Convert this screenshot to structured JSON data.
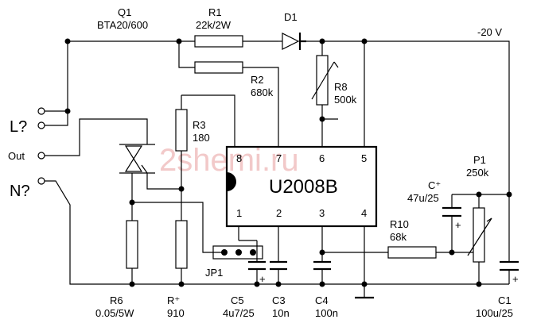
{
  "watermark": "2shemi.ru",
  "components": {
    "q1": {
      "ref": "Q1",
      "value": "BTA20/600"
    },
    "r1": {
      "ref": "R1",
      "value": "22k/2W"
    },
    "d1": {
      "ref": "D1"
    },
    "r2": {
      "ref": "R2",
      "value": "680k"
    },
    "r8": {
      "ref": "R8",
      "value": "500k"
    },
    "r3": {
      "ref": "R3",
      "value": "180"
    },
    "ic": {
      "name": "U2008B",
      "pins": [
        "8",
        "7",
        "6",
        "5",
        "1",
        "2",
        "3",
        "4"
      ]
    },
    "p1": {
      "ref": "P1",
      "value": "250k"
    },
    "c_plus": {
      "ref": "C⁺",
      "value": "47u/25"
    },
    "r10": {
      "ref": "R10",
      "value": "68k"
    },
    "jp1": {
      "ref": "JP1"
    },
    "r6": {
      "ref": "R6",
      "value": "0.05/5W"
    },
    "rplus": {
      "ref": "R⁺",
      "value": "910"
    },
    "c5": {
      "ref": "C5",
      "value": "4u7/25"
    },
    "c3": {
      "ref": "C3",
      "value": "10n"
    },
    "c4": {
      "ref": "C4",
      "value": "100n"
    },
    "c1": {
      "ref": "C1",
      "value": "100u/25"
    }
  },
  "supply": "-20 V",
  "terminals": {
    "l": "L?",
    "out": "Out",
    "n": "N?"
  },
  "polarity": "+"
}
